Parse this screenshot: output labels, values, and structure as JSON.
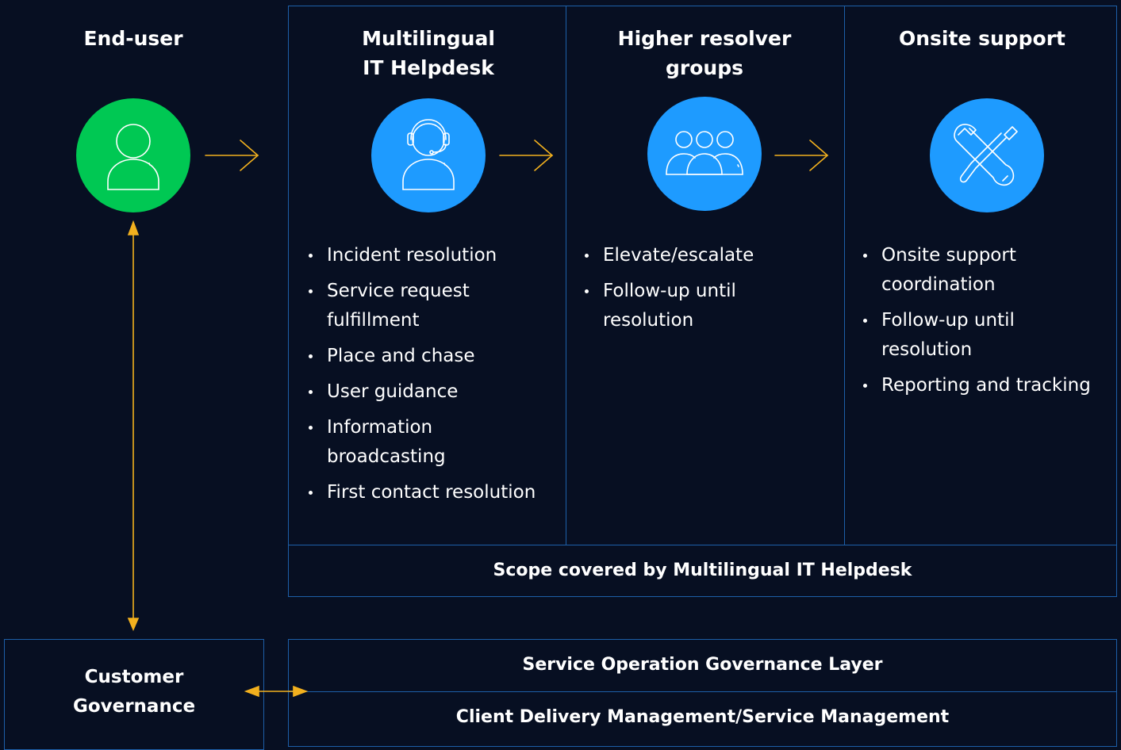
{
  "columns": {
    "enduser": {
      "title": "End-user",
      "color": "#00c853",
      "icon": "user-icon"
    },
    "helpdesk": {
      "title_line1": "Multilingual",
      "title_line2": "IT Helpdesk",
      "color": "#1e9bff",
      "icon": "headset-user-icon",
      "bullets": [
        [
          "Incident resolution"
        ],
        [
          "Service request",
          "fulfillment"
        ],
        [
          "Place and chase"
        ],
        [
          "User guidance"
        ],
        [
          "Information",
          "broadcasting"
        ],
        [
          "First contact resolution"
        ]
      ]
    },
    "resolver": {
      "title_line1": "Higher resolver",
      "title_line2": "groups",
      "color": "#1e9bff",
      "icon": "group-icon",
      "bullets": [
        [
          "Elevate/escalate"
        ],
        [
          "Follow-up until",
          "resolution"
        ]
      ]
    },
    "onsite": {
      "title": "Onsite support",
      "color": "#1e9bff",
      "icon": "tools-icon",
      "bullets": [
        [
          "Onsite support",
          "coordination"
        ],
        [
          "Follow-up until",
          "resolution"
        ],
        [
          "Reporting and tracking"
        ]
      ]
    }
  },
  "scope_label": "Scope covered by Multilingual IT Helpdesk",
  "governance": {
    "customer_line1": "Customer",
    "customer_line2": "Governance",
    "service_operation": "Service Operation Governance Layer",
    "client_delivery": "Client Delivery Management/Service Management"
  },
  "colors": {
    "background": "#070f22",
    "border": "#1d5fa8",
    "arrow": "#f2b01e",
    "green": "#00c853",
    "blue": "#1e9bff"
  }
}
